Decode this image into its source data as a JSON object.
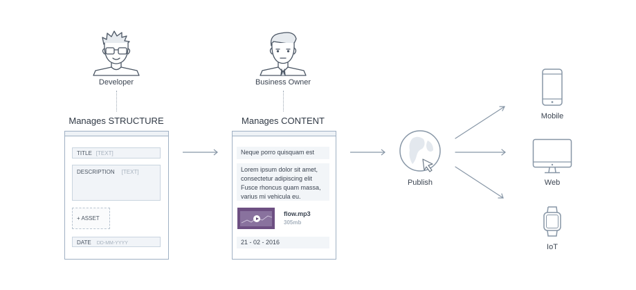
{
  "roles": {
    "developer": "Developer",
    "business_owner": "Business Owner"
  },
  "headings": {
    "structure": "Manages STRUCTURE",
    "content": "Manages CONTENT"
  },
  "structure_panel": {
    "title_label": "TITLE",
    "title_placeholder": "[TEXT]",
    "description_label": "DESCRIPTION",
    "description_placeholder": "[TEXT]",
    "asset_label": "+  ASSET",
    "date_label": "DATE",
    "date_placeholder": "DD-MM-YYYY"
  },
  "content_panel": {
    "title_value": "Neque porro quisquam est",
    "description_value": "Lorem ipsum dolor sit amet, consectetur adipiscing elit Fusce rhoncus quam massa, varius mi vehicula eu.",
    "asset_name": "flow.mp3",
    "asset_size": "305mb",
    "date_value": "21 - 02 - 2016"
  },
  "publish": {
    "label": "Publish"
  },
  "devices": {
    "mobile": "Mobile",
    "web": "Web",
    "iot": "IoT"
  },
  "colors": {
    "stroke": "#8796a6",
    "panel_border": "#9fb0c3",
    "field_bg": "#f1f4f8",
    "thumb": "#7a5a8e"
  }
}
